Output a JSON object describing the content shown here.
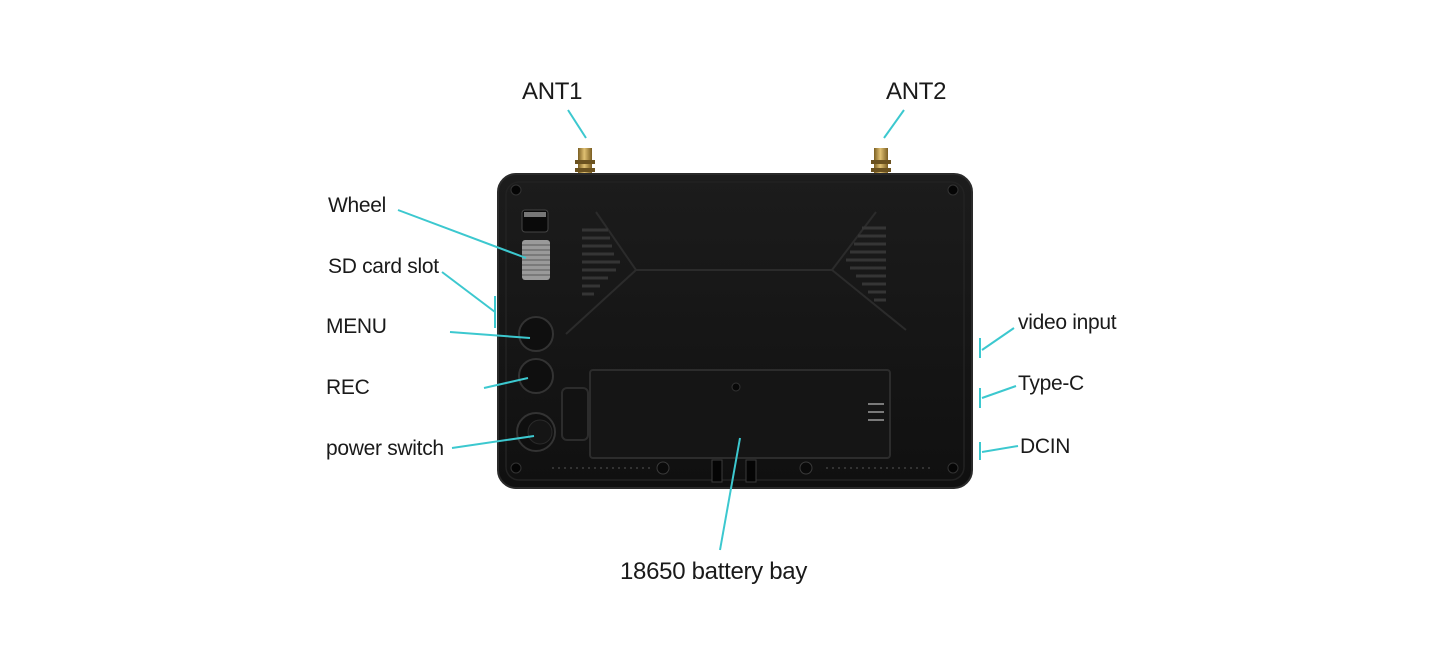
{
  "colors": {
    "leader_line": "#3cc8cf",
    "device_body": "#141414",
    "device_edge": "#2a2a2a",
    "antenna_gold": "#b08d3c",
    "background": "#ffffff"
  },
  "labels": {
    "ant1": "ANT1",
    "ant2": "ANT2",
    "wheel": "Wheel",
    "sd_card_slot": "SD card slot",
    "menu": "MENU",
    "rec": "REC",
    "power_switch": "power switch",
    "video_input": "video input",
    "type_c": "Type-C",
    "dcin": "DCIN",
    "battery_bay": "18650 battery bay"
  }
}
